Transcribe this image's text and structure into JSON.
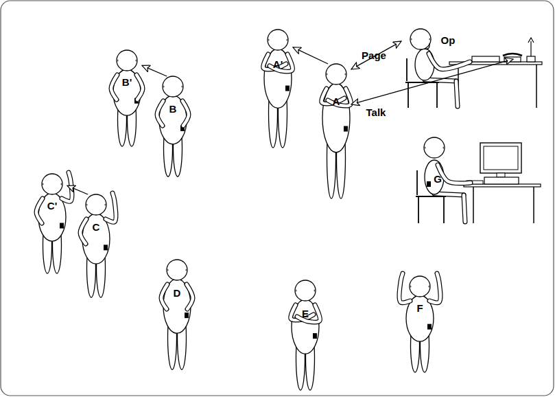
{
  "diagram": {
    "nodes": [
      {
        "text": [
          "B'"
        ]
      },
      {
        "text": [
          "B"
        ]
      },
      {
        "text": [
          "A'"
        ]
      },
      {
        "text": [
          "A"
        ]
      },
      {
        "text": [
          "Op"
        ]
      },
      {
        "text": [
          "G"
        ]
      },
      {
        "text": [
          "C'"
        ]
      },
      {
        "text": [
          "C"
        ]
      },
      {
        "text": [
          "D"
        ]
      },
      {
        "text": [
          "E"
        ]
      },
      {
        "text": [
          "F"
        ]
      }
    ],
    "edges": [
      {
        "from": 1,
        "to": 0,
        "arrow": "to"
      },
      {
        "from": 3,
        "to": 2,
        "arrow": "to"
      },
      {
        "from": 3,
        "to": 4,
        "label": "Page",
        "arrow": "both"
      },
      {
        "from": 3,
        "to": 4,
        "label": "Talk",
        "arrow": "both"
      },
      {
        "from": 7,
        "to": 6,
        "arrow": "to"
      }
    ]
  }
}
